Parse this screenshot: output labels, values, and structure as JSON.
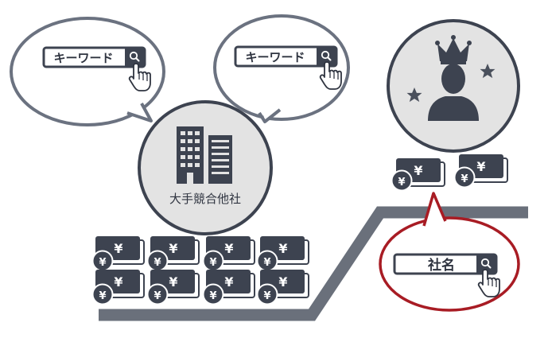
{
  "labels": {
    "keyword_left": "キーワード",
    "keyword_right": "キーワード",
    "company_name": "社名",
    "rival": "大手競合他社",
    "yen": "¥"
  },
  "colors": {
    "dark": "#3d4350",
    "circle_fill": "#e3e3e3",
    "bubble_outline": "#6b7280",
    "highlight": "#a81c24",
    "path": "#6a707b"
  },
  "icons": [
    "search-icon",
    "hand-pointer-icon",
    "building-icon",
    "person-icon",
    "crown-icon",
    "star-icon",
    "yen-coin-icon",
    "banknote-icon"
  ]
}
